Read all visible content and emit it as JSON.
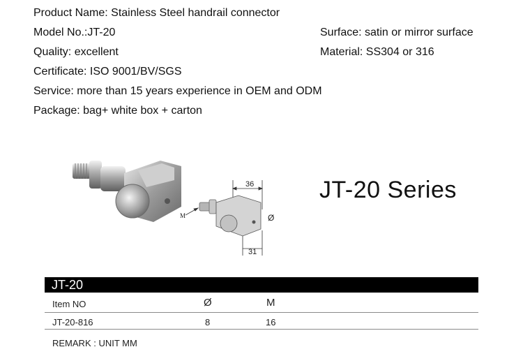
{
  "specs": {
    "product_name": "Product Name: Stainless Steel handrail connector",
    "model_no": "Model No.:JT-20",
    "surface": "Surface: satin or mirror surface",
    "quality": "Quality: excellent",
    "material": "Material: SS304 or 316",
    "certificate": "Certificate: ISO 9001/BV/SGS",
    "service": "Service: more than 15 years experience in OEM and ODM",
    "package": "Package: bag+ white box + carton"
  },
  "series_title": "JT-20 Series",
  "drawing": {
    "dim_top": "36",
    "dim_bottom": "31",
    "dim_diameter": "Ø",
    "dim_thread": "M"
  },
  "table": {
    "title": "JT-20",
    "headers": [
      "Item NO",
      "Ø",
      "M"
    ],
    "rows": [
      [
        "JT-20-816",
        "8",
        "16"
      ]
    ]
  },
  "remark": "REMARK : UNIT MM"
}
